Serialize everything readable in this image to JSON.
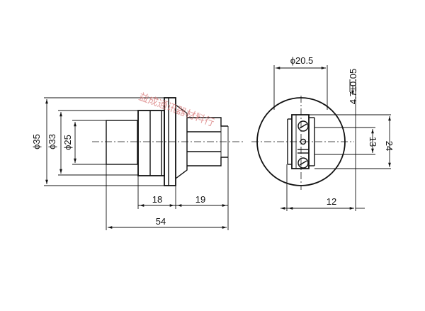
{
  "side_view": {
    "dim_outer_dia": "ϕ35",
    "dim_flange_dia": "ϕ33",
    "dim_inner_dia": "ϕ25",
    "dim_length_18": "18",
    "dim_length_19": "19",
    "dim_total_length": "54"
  },
  "front_view": {
    "dim_face_dia": "ϕ20.5",
    "dim_tolerance": "4.7±0.05",
    "dim_13": "13",
    "dim_24": "24",
    "dim_12": "12"
  },
  "watermark": {
    "text": "益成通讯器材料行"
  }
}
